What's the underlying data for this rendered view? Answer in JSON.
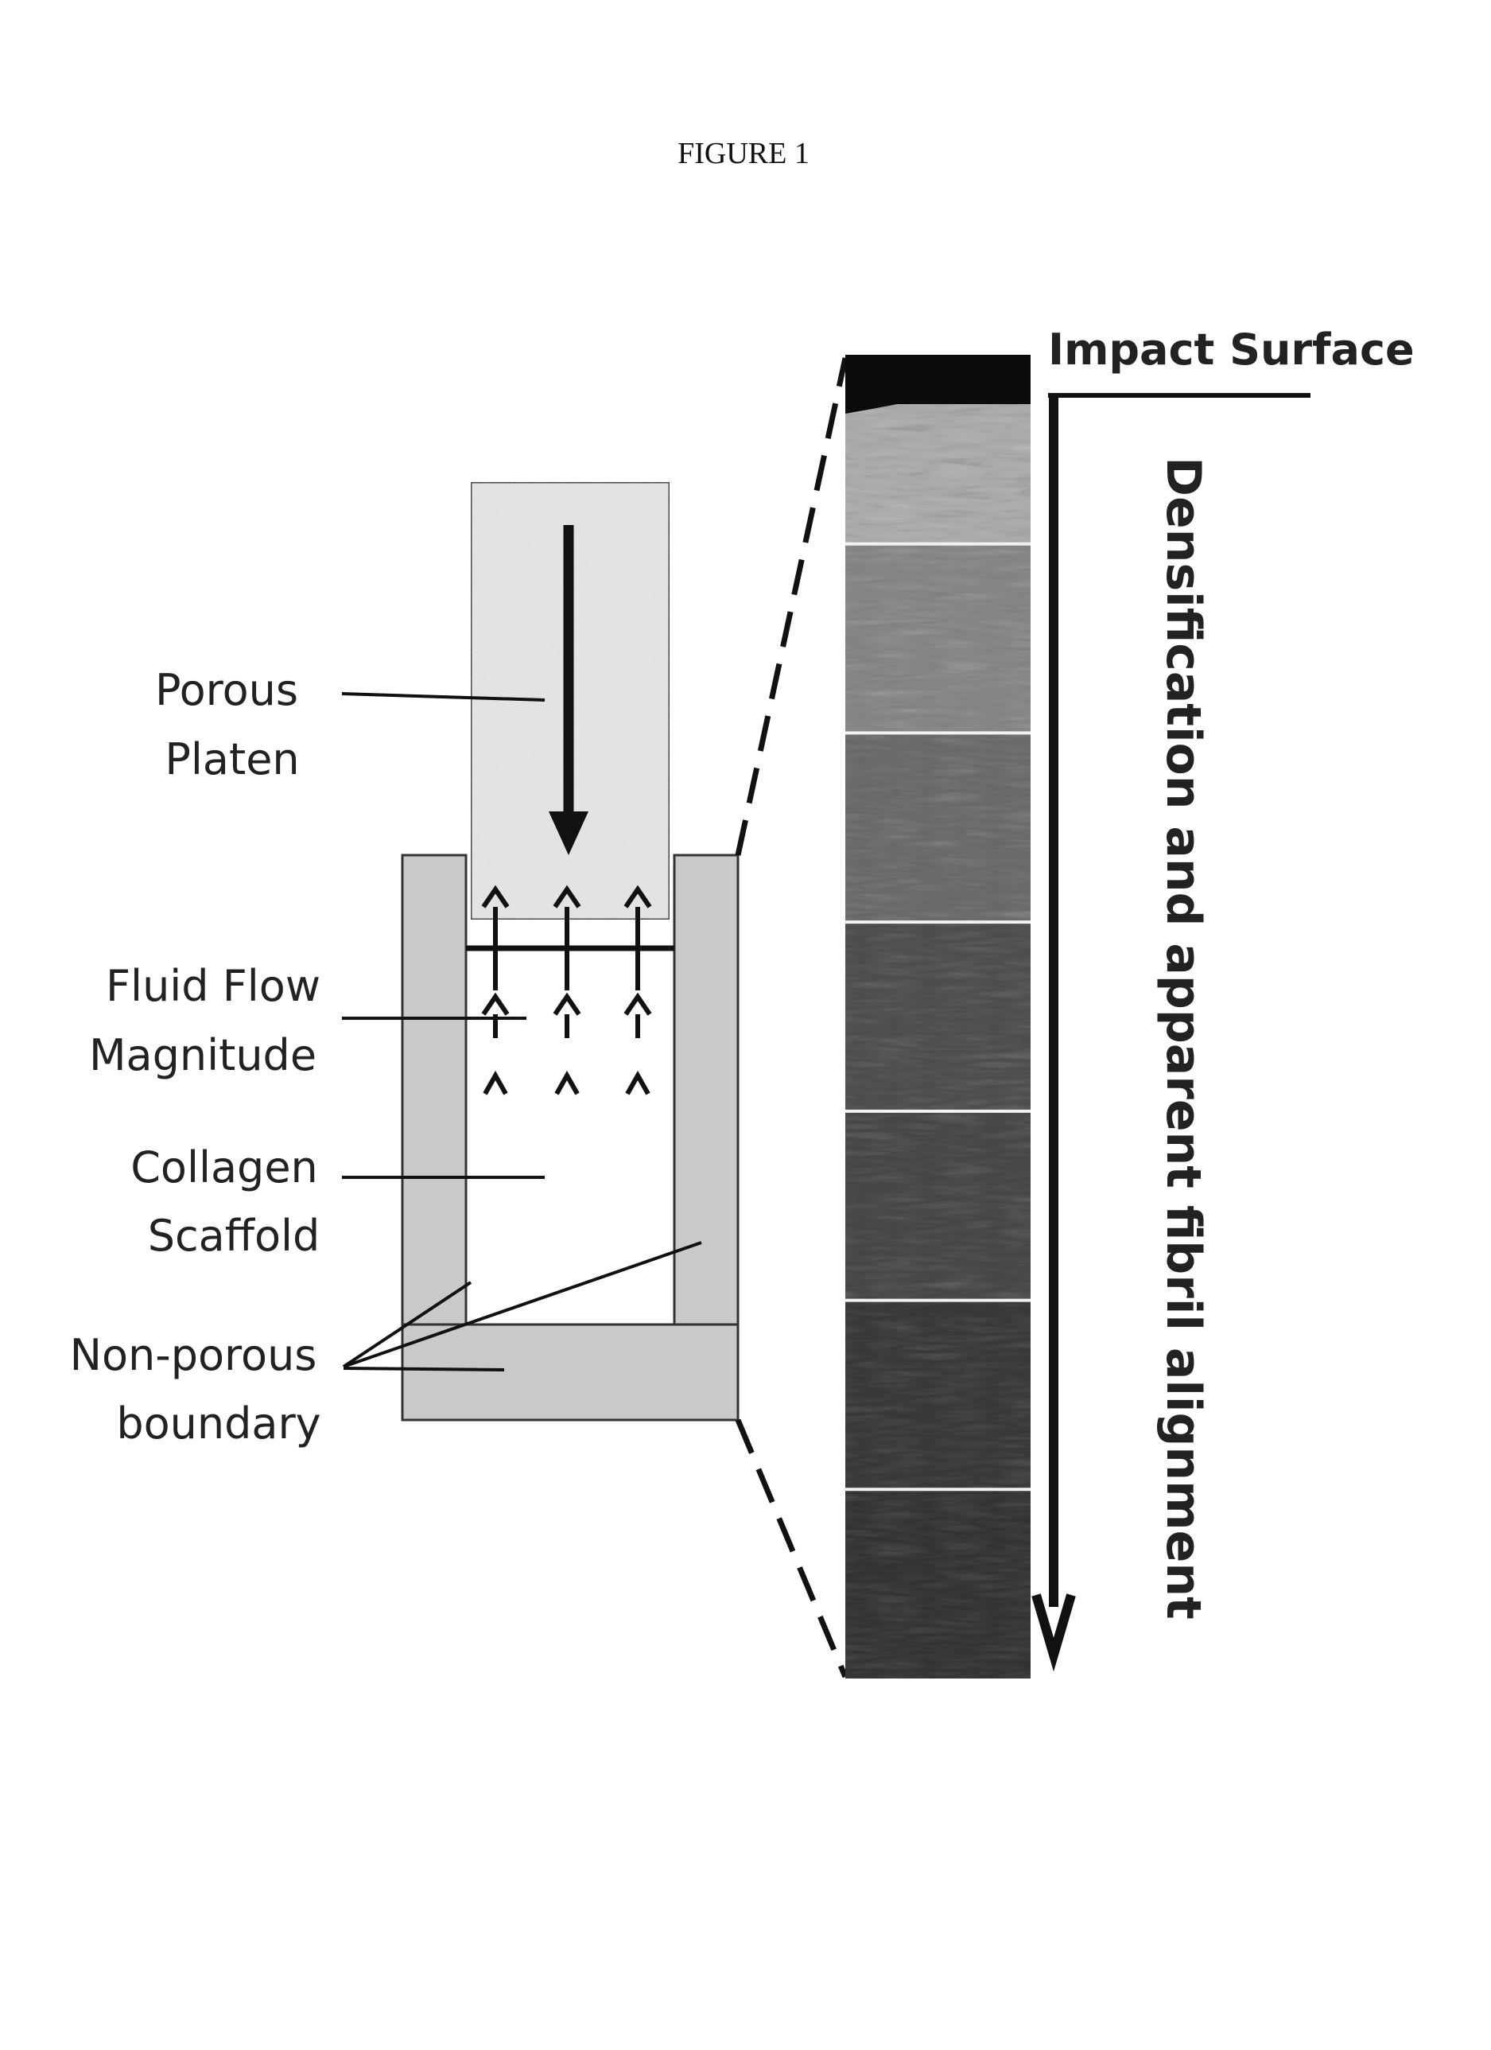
{
  "figure_title": "FIGURE 1",
  "labels": {
    "porous_platen_line1": "Porous",
    "porous_platen_line2": "Platen",
    "fluid_flow_line1": "Fluid Flow",
    "fluid_flow_line2": "Magnitude",
    "collagen_line1": "Collagen",
    "collagen_line2": "Scaffold",
    "boundary_line1": "Non-porous",
    "boundary_line2": "boundary",
    "impact_surface": "Impact Surface",
    "gradient_axis": "Densification and apparent fibril alignment"
  },
  "colors": {
    "ink": "#111111",
    "platen_fill": "#e4e4e4",
    "boundary_fill": "#c9c9c9",
    "micrograph_dark": "#1c1c1c",
    "micrograph_light": "#d6d6d6",
    "panel_divider": "#f2f2f2"
  },
  "micrograph_panels": [
    {
      "id": "panel-1",
      "brightness": 0.85
    },
    {
      "id": "panel-2",
      "brightness": 0.62
    },
    {
      "id": "panel-3",
      "brightness": 0.45
    },
    {
      "id": "panel-4",
      "brightness": 0.28
    },
    {
      "id": "panel-5",
      "brightness": 0.24
    },
    {
      "id": "panel-6",
      "brightness": 0.16
    },
    {
      "id": "panel-7",
      "brightness": 0.13
    }
  ],
  "icons": {
    "compression_arrow": "arrow-down-icon",
    "flow_arrow": "arrow-up-icon",
    "gradient_arrow": "arrow-down-icon"
  }
}
